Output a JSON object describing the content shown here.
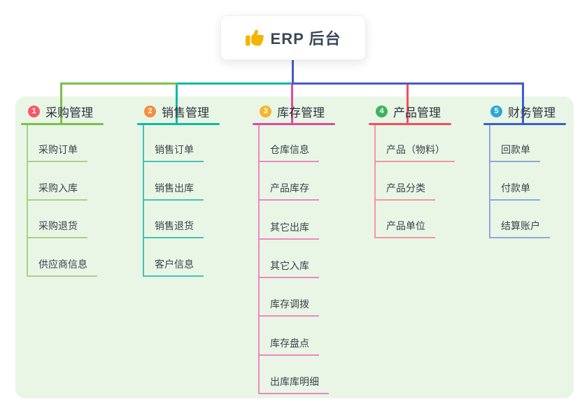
{
  "root": {
    "label": "ERP 后台",
    "icon": "thumbs-up-icon",
    "icon_color": "#f5b400"
  },
  "canvas": {
    "background": "#ffffff",
    "panel_background": "#e9f6e6",
    "trunk_color": "#4a57c7"
  },
  "branches": [
    {
      "index": "1",
      "label": "采购管理",
      "badge_color": "#f65964",
      "line_color": "#7cbf4d",
      "sub_line_color": "#a9d284",
      "children": [
        "采购订单",
        "采购入库",
        "采购退货",
        "供应商信息"
      ]
    },
    {
      "index": "2",
      "label": "销售管理",
      "badge_color": "#f78e3c",
      "line_color": "#13b7a5",
      "sub_line_color": "#44c3b3",
      "children": [
        "销售订单",
        "销售出库",
        "销售退货",
        "客户信息"
      ]
    },
    {
      "index": "3",
      "label": "库存管理",
      "badge_color": "#f6b52c",
      "line_color": "#da4d9d",
      "sub_line_color": "#f086bf",
      "children": [
        "仓库信息",
        "产品库存",
        "其它出库",
        "其它入库",
        "库存调拨",
        "库存盘点",
        "出库库明细"
      ]
    },
    {
      "index": "4",
      "label": "产品管理",
      "badge_color": "#38b55a",
      "line_color": "#f64d5f",
      "sub_line_color": "#f7969d",
      "children": [
        "产品（物料）",
        "产品分类",
        "产品单位"
      ]
    },
    {
      "index": "5",
      "label": "财务管理",
      "badge_color": "#2ba7d7",
      "line_color": "#3a5fc8",
      "sub_line_color": "#8fa9db",
      "children": [
        "回款单",
        "付款单",
        "结算账户"
      ]
    }
  ]
}
